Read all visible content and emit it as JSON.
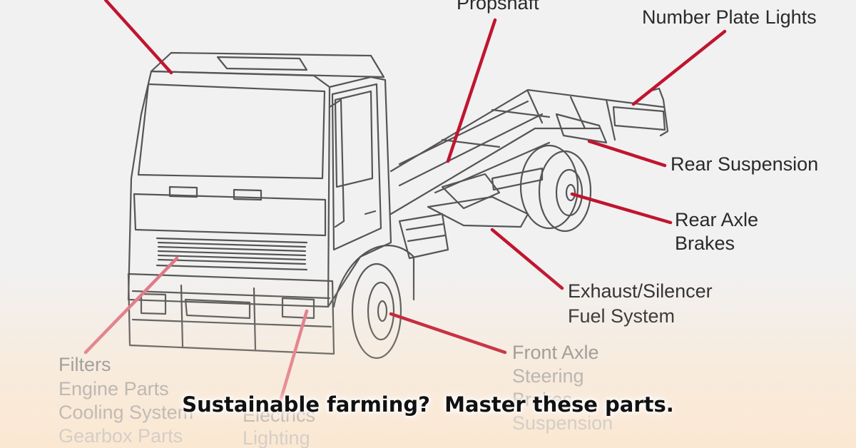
{
  "colors": {
    "leader": "#c0152f",
    "leader_faded": "#e07585",
    "line_art": "#555555",
    "background_top": "#f1f1f1",
    "background_bottom": "#fbe8d2"
  },
  "labels": {
    "propshaft": "Propshaft",
    "number_plate": "Number Plate Lights",
    "rear_suspension": "Rear Suspension",
    "rear_axle_1": "Rear Axle",
    "rear_axle_2": "Brakes",
    "exhaust_1": "Exhaust/Silencer",
    "exhaust_2": "Fuel System",
    "front_axle_1": "Front Axle",
    "front_axle_2": "Steering",
    "front_axle_3": "Brakes",
    "front_axle_4": "Suspension",
    "filters_1": "Filters",
    "filters_2": "Engine Parts",
    "filters_3": "Cooling System",
    "filters_4": "Gearbox Parts",
    "electrics_1": "Electrics",
    "electrics_2": "Lighting"
  },
  "caption": "Sustainable farming?  Master these parts."
}
